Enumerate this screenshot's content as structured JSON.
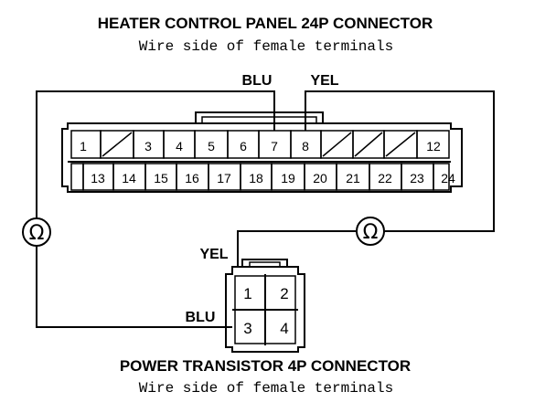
{
  "heater_connector": {
    "title": "HEATER CONTROL PANEL 24P CONNECTOR",
    "subtitle": "Wire side of female terminals",
    "top_row": [
      "1",
      "",
      "3",
      "4",
      "5",
      "6",
      "7",
      "8",
      "",
      "",
      "",
      "12"
    ],
    "bottom_row": [
      "13",
      "14",
      "15",
      "16",
      "17",
      "18",
      "19",
      "20",
      "21",
      "22",
      "23",
      "24"
    ],
    "wire_7": "BLU",
    "wire_8": "YEL"
  },
  "transistor_connector": {
    "title": "POWER TRANSISTOR 4P CONNECTOR",
    "subtitle": "Wire side of female terminals",
    "pins": [
      "1",
      "2",
      "3",
      "4"
    ],
    "wire_1": "YEL",
    "wire_3": "BLU"
  },
  "ohmmeters": {
    "left_symbol": "Ω",
    "right_symbol": "Ω"
  }
}
